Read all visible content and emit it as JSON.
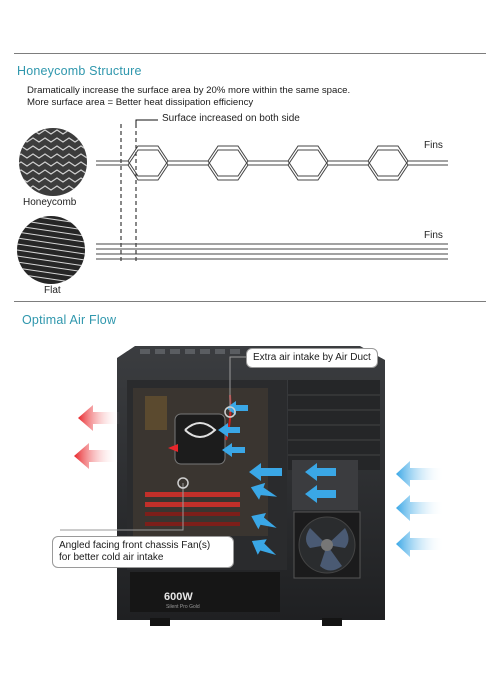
{
  "honeycomb": {
    "title": "Honeycomb Structure",
    "description_line1": "Dramatically increase the surface area by 20% more within the same space.",
    "description_line2": "More surface area = Better heat dissipation efficiency",
    "callout": "Surface increased on both side",
    "label_honeycomb": "Honeycomb",
    "label_flat": "Flat",
    "fins_label_top": "Fins",
    "fins_label_bottom": "Fins"
  },
  "airflow": {
    "title": "Optimal Air Flow",
    "callout_top": "Extra air intake by Air Duct",
    "callout_bottom_line1": "Angled facing front chassis Fan(s)",
    "callout_bottom_line2": "for better cold air intake",
    "psu_label": "600W",
    "psu_sublabel": "Silent Pro Gold"
  },
  "colors": {
    "title_teal": "#2f97ad",
    "hot_red": "#e8262b",
    "cold_blue": "#3aa7e6"
  }
}
